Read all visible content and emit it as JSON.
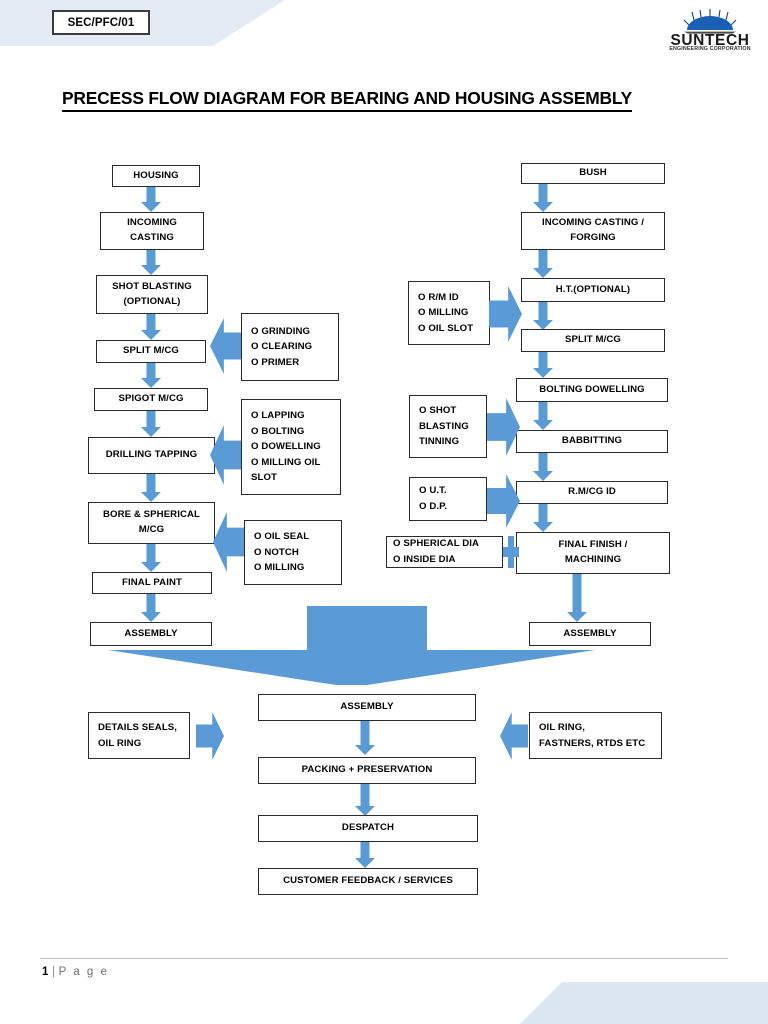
{
  "header": {
    "doc_code": "SEC/PFC/01",
    "logo_name": "SUNTECH",
    "logo_tagline": "ENGINEERING CORPORATION",
    "band_color": "#e3ebf5"
  },
  "title": "PRECESS FLOW DIAGRAM FOR BEARING AND HOUSING ASSEMBLY",
  "colors": {
    "arrow_blue": "#5b9bd5",
    "box_border": "#2b2b2b",
    "band": "#e3ebf5"
  },
  "diagram": {
    "left_branch": {
      "name": "HOUSING",
      "steps": [
        {
          "label": "HOUSING"
        },
        {
          "label": "INCOMING CASTING"
        },
        {
          "label": "SHOT BLASTING (OPTIONAL)"
        },
        {
          "label": "SPLIT M/CG"
        },
        {
          "label": "SPIGOT M/CG"
        },
        {
          "label": "DRILLING TAPPING"
        },
        {
          "label": "BORE & SPHERICAL M/CG"
        },
        {
          "label": "FINAL PAINT"
        },
        {
          "label": "ASSEMBLY"
        }
      ]
    },
    "right_branch": {
      "name": "BUSH",
      "steps": [
        {
          "label": "BUSH"
        },
        {
          "label": "INCOMING CASTING / FORGING"
        },
        {
          "label": "H.T.(OPTIONAL)"
        },
        {
          "label": "SPLIT M/CG"
        },
        {
          "label": "BOLTING DOWELLING"
        },
        {
          "label": "BABBITTING"
        },
        {
          "label": "R.M/CG ID"
        },
        {
          "label": "FINAL FINISH  / MACHINING"
        },
        {
          "label": "ASSEMBLY"
        }
      ]
    },
    "left_notes": [
      {
        "lines": [
          "O GRINDING",
          "O CLEARING",
          "O PRIMER"
        ],
        "target": "SPLIT M/CG"
      },
      {
        "lines": [
          "O LAPPING",
          "O BOLTING",
          "O DOWELLING",
          "O MILLING OIL",
          "SLOT"
        ],
        "target": "DRILLING TAPPING"
      },
      {
        "lines": [
          "O OIL SEAL",
          "O NOTCH",
          "O MILLING"
        ],
        "target": "BORE & SPHERICAL M/CG"
      }
    ],
    "right_notes": [
      {
        "lines": [
          "O R/M ID",
          "O MILLING",
          "O OIL SLOT"
        ],
        "target": "H.T.(OPTIONAL)"
      },
      {
        "lines": [
          "O SHOT",
          "BLASTING",
          "TINNING"
        ],
        "target": "BABBITTING"
      },
      {
        "lines": [
          "O  U.T.",
          "O  D.P."
        ],
        "target": "R.M/CG ID"
      },
      {
        "lines": [
          "O SPHERICAL DIA",
          "O INSIDE DIA"
        ],
        "target": "FINAL FINISH / MACHINING"
      }
    ],
    "merge": {
      "steps": [
        {
          "label": "ASSEMBLY"
        },
        {
          "label": "PACKING + PRESERVATION"
        },
        {
          "label": "DESPATCH"
        },
        {
          "label": "CUSTOMER FEEDBACK / SERVICES"
        }
      ],
      "input_left": {
        "lines": [
          "DETAILS SEALS,",
          "OIL RING"
        ]
      },
      "input_right": {
        "lines": [
          "OIL RING,",
          "FASTNERS, RTDS ETC"
        ]
      }
    }
  },
  "footer": {
    "page_number": "1",
    "separator": "|",
    "page_word": "P a g e"
  }
}
